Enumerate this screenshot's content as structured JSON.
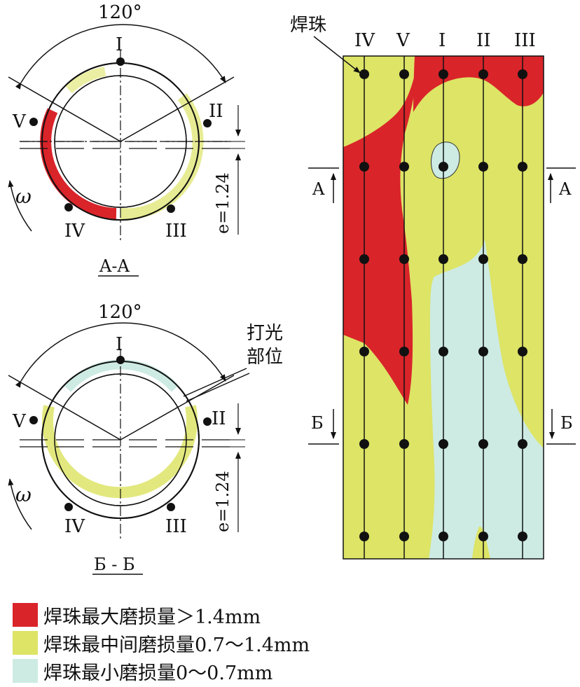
{
  "colors": {
    "max": "#d9242a",
    "mid": "#dde466",
    "min": "#cdebe3",
    "line": "#111111"
  },
  "section_top": {
    "angle": "120°",
    "labels": {
      "I": "I",
      "II": "II",
      "III": "III",
      "IV": "IV",
      "V": "V"
    },
    "omega": "ω",
    "ecc": "e=1.24",
    "caption": "A-A"
  },
  "section_bottom": {
    "angle": "120°",
    "labels": {
      "I": "I",
      "II": "II",
      "III": "III",
      "IV": "IV",
      "V": "V"
    },
    "omega": "ω",
    "ecc": "e=1.24",
    "caption": "Б - Б",
    "polish_label_1": "打光",
    "polish_label_2": "部位"
  },
  "map": {
    "bead_label": "焊珠",
    "columns": [
      "IV",
      "V",
      "I",
      "II",
      "III"
    ],
    "markers": {
      "A_left": "A",
      "A_right": "A",
      "B_left": "Б",
      "B_right": "Б"
    }
  },
  "legend": [
    {
      "key": "max",
      "label": "焊珠最大磨损量＞1.4mm"
    },
    {
      "key": "mid",
      "label": "焊珠最中间磨损量0.7～1.4mm"
    },
    {
      "key": "min",
      "label": "焊珠最小磨损量0～0.7mm"
    }
  ]
}
